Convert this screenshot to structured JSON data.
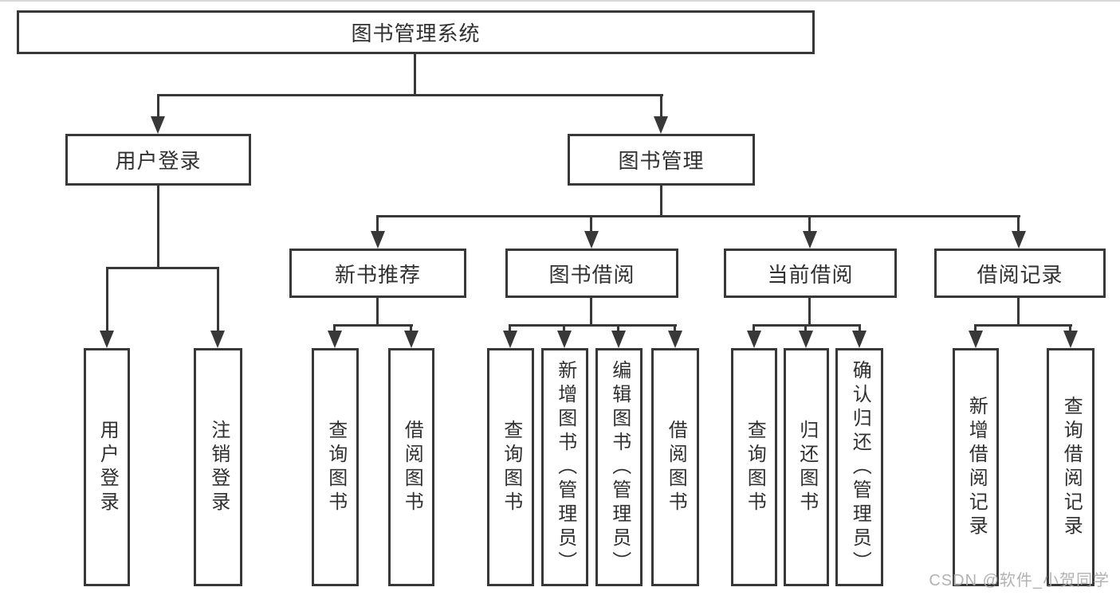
{
  "colors": {
    "line": "#383838",
    "box_border": "#383838",
    "text": "#303030",
    "background": "#ffffff",
    "watermark": "#aaaaaa"
  },
  "watermark": {
    "text": "CSDN @软件_小贺同学"
  },
  "diagram": {
    "root": {
      "label": "图书管理系统",
      "children": [
        {
          "label": "用户登录",
          "children": [
            {
              "label": "用户登录"
            },
            {
              "label": "注销登录"
            }
          ]
        },
        {
          "label": "图书管理",
          "children": [
            {
              "label": "新书推荐",
              "children": [
                {
                  "label": "查询图书"
                },
                {
                  "label": "借阅图书"
                }
              ]
            },
            {
              "label": "图书借阅",
              "children": [
                {
                  "label": "查询图书"
                },
                {
                  "label": "新增图书（管理员）"
                },
                {
                  "label": "编辑图书（管理员）"
                },
                {
                  "label": "借阅图书"
                }
              ]
            },
            {
              "label": "当前借阅",
              "children": [
                {
                  "label": "查询图书"
                },
                {
                  "label": "归还图书"
                },
                {
                  "label": "确认归还（管理员）"
                }
              ]
            },
            {
              "label": "借阅记录",
              "children": [
                {
                  "label": "新增借阅记录"
                },
                {
                  "label": "查询借阅记录"
                }
              ]
            }
          ]
        }
      ]
    }
  }
}
